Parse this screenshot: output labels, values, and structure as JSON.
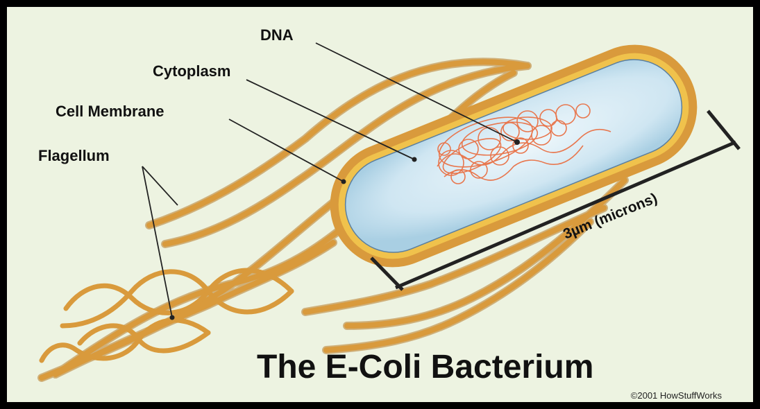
{
  "diagram": {
    "title": "The E-Coli Bacterium",
    "copyright": "©2001 HowStuffWorks",
    "labels": {
      "dna": "DNA",
      "cytoplasm": "Cytoplasm",
      "cell_membrane": "Cell Membrane",
      "flagellum": "Flagellum"
    },
    "scale_label": "3µm (microns)"
  },
  "colors": {
    "background": "#edf3e1",
    "flagella": "#d89a3a",
    "membrane": "#e8b24a",
    "cytoplasm": "#cfe6f2",
    "dna": "#e8774e",
    "frame": "#000000"
  }
}
